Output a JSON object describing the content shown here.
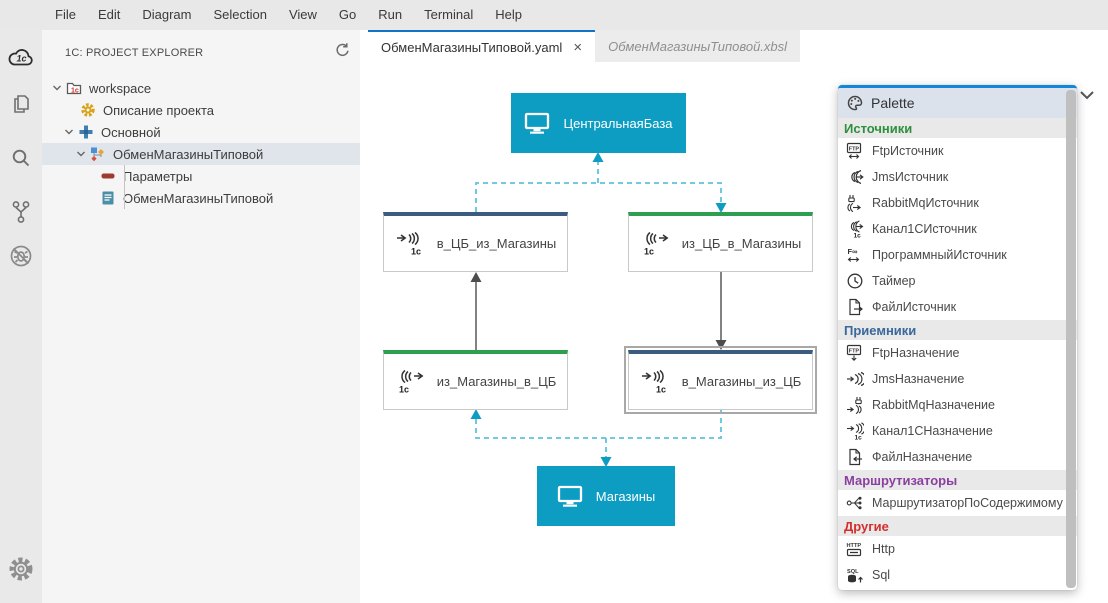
{
  "menu_bar": {
    "items": [
      "File",
      "Edit",
      "Diagram",
      "Selection",
      "View",
      "Go",
      "Run",
      "Terminal",
      "Help"
    ]
  },
  "activity_bar": {
    "icons": [
      "1c-cloud-icon",
      "documents-icon",
      "search-icon",
      "source-control-icon",
      "debug-disabled-icon",
      "settings-gear-icon"
    ]
  },
  "explorer": {
    "title": "1C: PROJECT EXPLORER",
    "refresh_icon": "refresh-icon",
    "items": [
      {
        "label": "workspace",
        "icon": "folder-1c-icon",
        "expanded": true
      },
      {
        "label": "Описание проекта",
        "icon": "gear-yellow-icon"
      },
      {
        "label": "Основной",
        "icon": "module-blue-icon",
        "expanded": true
      },
      {
        "label": "ОбменМагазиныТиповой",
        "icon": "diagram-icon",
        "expanded": true,
        "selected": true
      },
      {
        "label": "Параметры",
        "icon": "parameters-icon"
      },
      {
        "label": "ОбменМагазиныТиповой",
        "icon": "document-icon"
      }
    ]
  },
  "tabs": [
    {
      "label": "ОбменМагазиныТиповой.yaml",
      "close": "×",
      "active": true
    },
    {
      "label": "ОбменМагазиныТиповой.xbsl",
      "active": false
    }
  ],
  "diagram": {
    "nodes": [
      {
        "label": "ЦентральнаяБаза",
        "type": "endpoint"
      },
      {
        "label": "в_ЦБ_из_Магазины",
        "type": "channel-destination"
      },
      {
        "label": "из_ЦБ_в_Магазины",
        "type": "channel-source"
      },
      {
        "label": "из_Магазины_в_ЦБ",
        "type": "channel-source"
      },
      {
        "label": "в_Магазины_из_ЦБ",
        "type": "channel-destination",
        "selected": true
      },
      {
        "label": "Магазины",
        "type": "endpoint"
      }
    ]
  },
  "palette": {
    "title": "Palette",
    "sections": [
      {
        "label": "Источники",
        "color": "#2e8f3f",
        "items": [
          {
            "label": "FtpИсточник",
            "icon": "ftp-source-icon"
          },
          {
            "label": "JmsИсточник",
            "icon": "jms-source-icon"
          },
          {
            "label": "RabbitMqИсточник",
            "icon": "rabbitmq-source-icon"
          },
          {
            "label": "Канал1СИсточник",
            "icon": "channel1c-source-icon"
          },
          {
            "label": "ПрограммныйИсточник",
            "icon": "program-source-icon"
          },
          {
            "label": "Таймер",
            "icon": "timer-icon"
          },
          {
            "label": "ФайлИсточник",
            "icon": "file-source-icon"
          }
        ]
      },
      {
        "label": "Приемники",
        "color": "#39689b",
        "items": [
          {
            "label": "FtpНазначение",
            "icon": "ftp-destination-icon"
          },
          {
            "label": "JmsНазначение",
            "icon": "jms-destination-icon"
          },
          {
            "label": "RabbitMqНазначение",
            "icon": "rabbitmq-destination-icon"
          },
          {
            "label": "Канал1СНазначение",
            "icon": "channel1c-destination-icon"
          },
          {
            "label": "ФайлНазначение",
            "icon": "file-destination-icon"
          }
        ]
      },
      {
        "label": "Маршрутизаторы",
        "color": "#8b3fa0",
        "items": [
          {
            "label": "МаршрутизаторПоСодержимому",
            "icon": "content-router-icon"
          }
        ]
      },
      {
        "label": "Другие",
        "color": "#d32f2f",
        "items": [
          {
            "label": "Http",
            "icon": "http-icon"
          },
          {
            "label": "Sql",
            "icon": "sql-icon"
          }
        ]
      }
    ]
  },
  "colors": {
    "accent_blue": "#1486d8",
    "tab_accent": "#1173c4",
    "node_teal": "#0d9dc3",
    "destination_border": "#3b5c7e",
    "source_border": "#2e9e51",
    "wire_teal_dashed": "#5fc3dc",
    "wire_arrow_teal": "#0d9dc3",
    "wire_gray": "#4d4d4d",
    "selected_row": "#e0e5ec"
  }
}
